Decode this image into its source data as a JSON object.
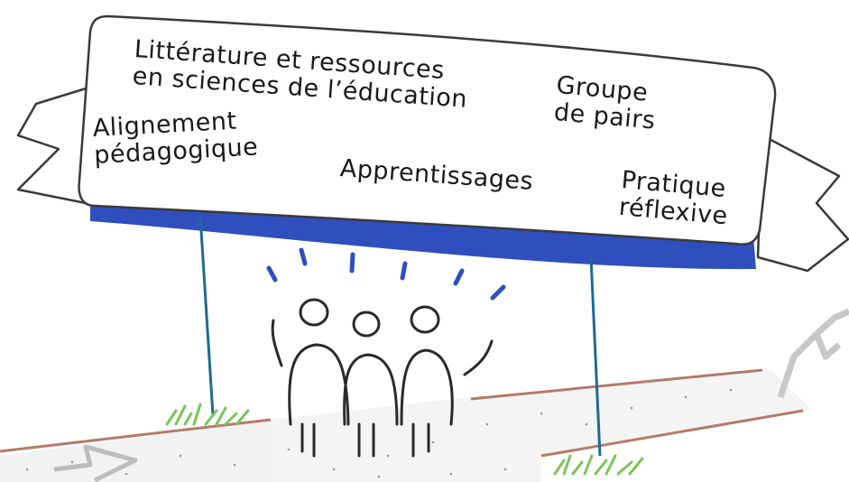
{
  "banner": {
    "labels": {
      "literature": "Littérature et ressources\nen sciences de l’éducation",
      "peers": "Groupe\nde pairs",
      "alignment": "Alignement\npédagogique",
      "learning": "Apprentissages",
      "reflective": "Pratique\nréflexive"
    }
  },
  "icons": {
    "banner": "ribbon-banner-icon",
    "people": "three-people-icon",
    "road": "path-road-icon",
    "arrow": "arrow-icon",
    "mountain": "mountain-icon",
    "grass": "grass-icon"
  },
  "colors": {
    "banner_shadow": "#2f4fbf",
    "poles": "#1f6b8f",
    "road_edge": "#b37c6a",
    "grass": "#7cc45a",
    "ink": "#1a1a1a"
  }
}
